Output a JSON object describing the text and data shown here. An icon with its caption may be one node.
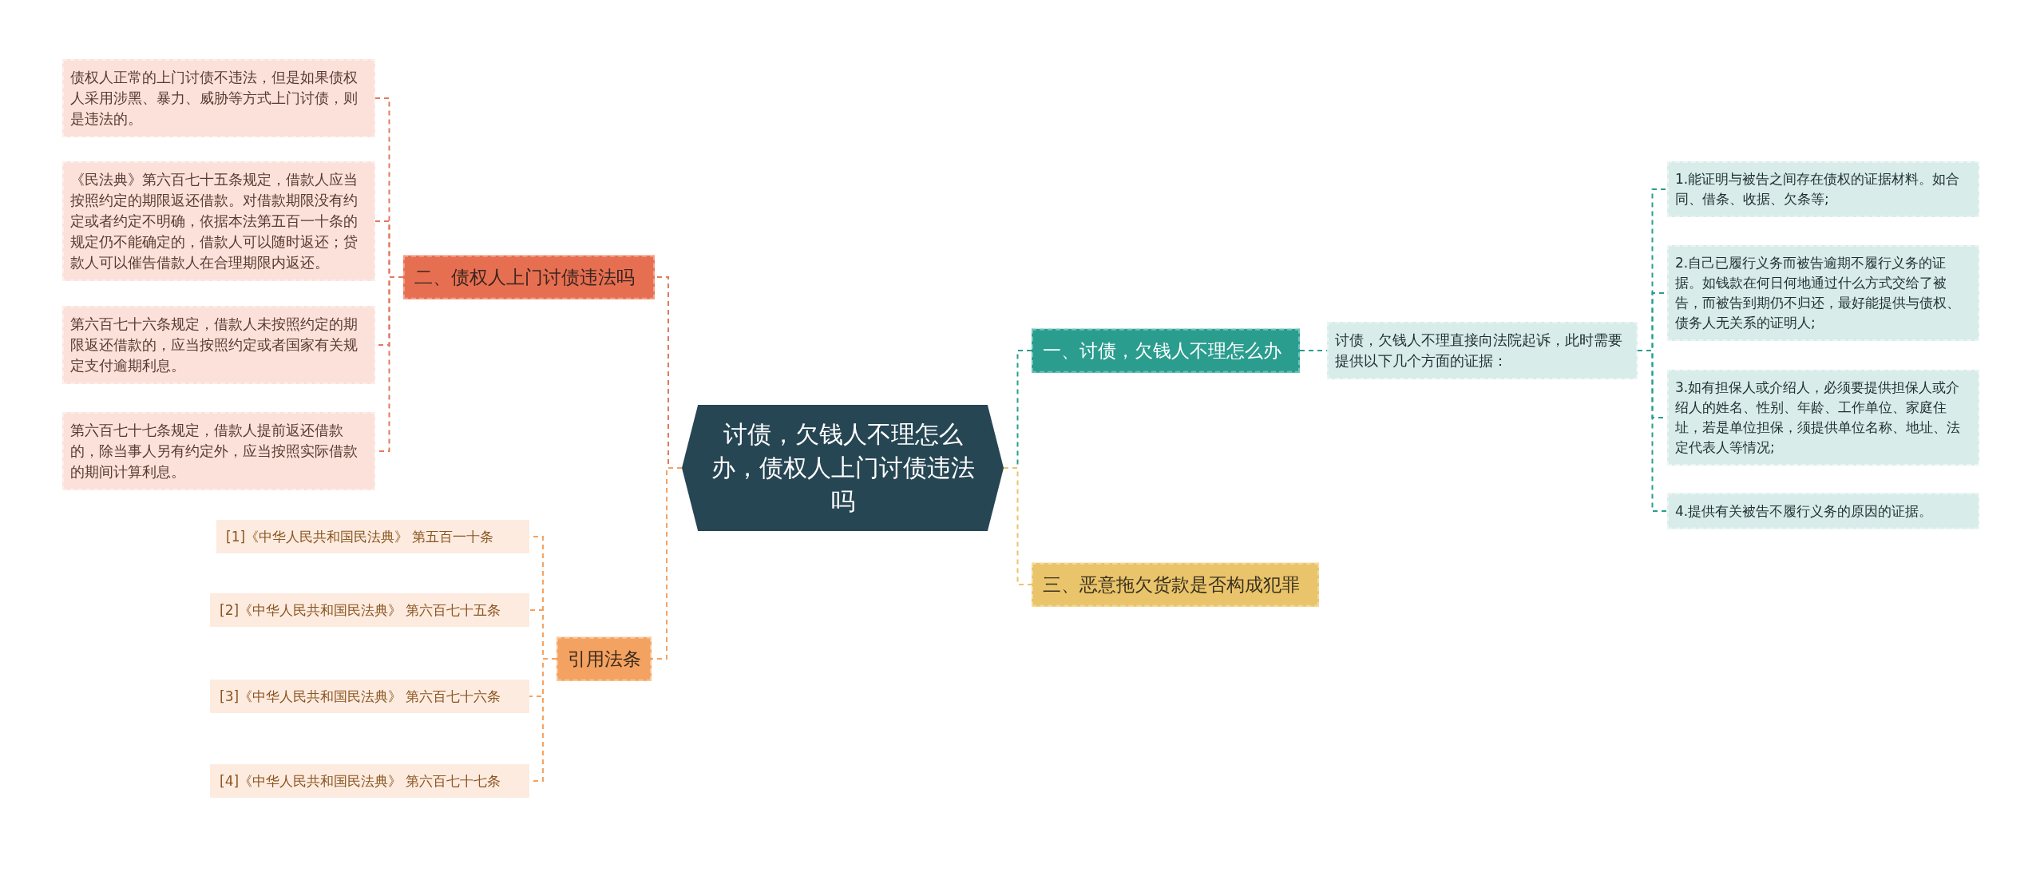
{
  "diagram": {
    "nodes": [
      {
        "text": [
          "讨债，欠钱人不理怎么办，债权人上门讨债违法吗"
        ]
      },
      {
        "text": [
          "二、债权人上门讨债违法吗"
        ]
      },
      {
        "text": [
          "债权人正常的上门讨债不违法，但是如果债权人采用涉黑、暴力、威胁等方式上门讨债，则是违法的。"
        ]
      },
      {
        "text": [
          "《民法典》第六百七十五条规定，借款人应当按照约定的期限返还借款。对借款期限没有约定或者约定不明确，依据本法第五百一十条的规定仍不能确定的，借款人可以随时返还；贷款人可以催告借款人在合理期限内返还。"
        ]
      },
      {
        "text": [
          "第六百七十六条规定，借款人未按照约定的期限返还借款的，应当按照约定或者国家有关规定支付逾期利息。"
        ]
      },
      {
        "text": [
          "第六百七十七条规定，借款人提前返还借款的，除当事人另有约定外，应当按照实际借款的期间计算利息。"
        ]
      },
      {
        "text": [
          "引用法条"
        ]
      },
      {
        "text": [
          "[1]《中华人民共和国民法典》 第五百一十条"
        ]
      },
      {
        "text": [
          "[2]《中华人民共和国民法典》 第六百七十五条"
        ]
      },
      {
        "text": [
          "[3]《中华人民共和国民法典》 第六百七十六条"
        ]
      },
      {
        "text": [
          "[4]《中华人民共和国民法典》 第六百七十七条"
        ]
      },
      {
        "text": [
          "一、讨债，欠钱人不理怎么办"
        ]
      },
      {
        "text": [
          "讨债，欠钱人不理直接向法院起诉，此时需要提供以下几个方面的证据："
        ]
      },
      {
        "text": [
          "1.能证明与被告之间存在债权的证据材料。如合同、借条、收据、欠条等;"
        ]
      },
      {
        "text": [
          "2.自己已履行义务而被告逾期不履行义务的证据。如钱款在何日何地通过什么方式交给了被告，而被告到期仍不归还，最好能提供与债权、债务人无关系的证明人;"
        ]
      },
      {
        "text": [
          "3.如有担保人或介绍人，必须要提供担保人或介绍人的姓名、性别、年龄、工作单位、家庭住址，若是单位担保，须提供单位名称、地址、法定代表人等情况;"
        ]
      },
      {
        "text": [
          "4.提供有关被告不履行义务的原因的证据。"
        ]
      },
      {
        "text": [
          "三、恶意拖欠货款是否构成犯罪"
        ]
      }
    ],
    "edges": [
      {
        "from": 0,
        "to": 1,
        "arrow": "none",
        "style": "dashed",
        "color": "#e07a5f"
      },
      {
        "from": 0,
        "to": 6,
        "arrow": "none",
        "style": "dashed",
        "color": "#f4a261"
      },
      {
        "from": 0,
        "to": 11,
        "arrow": "none",
        "style": "dashed",
        "color": "#2a9d8f"
      },
      {
        "from": 0,
        "to": 17,
        "arrow": "none",
        "style": "dashed",
        "color": "#e9c46a"
      },
      {
        "from": 1,
        "to": 2,
        "arrow": "none",
        "style": "dashed",
        "color": "#e07a5f"
      },
      {
        "from": 1,
        "to": 3,
        "arrow": "none",
        "style": "dashed",
        "color": "#e07a5f"
      },
      {
        "from": 1,
        "to": 4,
        "arrow": "none",
        "style": "dashed",
        "color": "#e07a5f"
      },
      {
        "from": 1,
        "to": 5,
        "arrow": "none",
        "style": "dashed",
        "color": "#e07a5f"
      },
      {
        "from": 6,
        "to": 7,
        "arrow": "none",
        "style": "dashed",
        "color": "#f4a261"
      },
      {
        "from": 6,
        "to": 8,
        "arrow": "none",
        "style": "dashed",
        "color": "#f4a261"
      },
      {
        "from": 6,
        "to": 9,
        "arrow": "none",
        "style": "dashed",
        "color": "#f4a261"
      },
      {
        "from": 6,
        "to": 10,
        "arrow": "none",
        "style": "dashed",
        "color": "#f4a261"
      },
      {
        "from": 11,
        "to": 12,
        "arrow": "none",
        "style": "dashed",
        "color": "#2a9d8f"
      },
      {
        "from": 12,
        "to": 13,
        "arrow": "none",
        "style": "dashed",
        "color": "#2a9d8f"
      },
      {
        "from": 12,
        "to": 14,
        "arrow": "none",
        "style": "dashed",
        "color": "#2a9d8f"
      },
      {
        "from": 12,
        "to": 15,
        "arrow": "none",
        "style": "dashed",
        "color": "#2a9d8f"
      },
      {
        "from": 12,
        "to": 16,
        "arrow": "none",
        "style": "dashed",
        "color": "#2a9d8f"
      }
    ]
  }
}
